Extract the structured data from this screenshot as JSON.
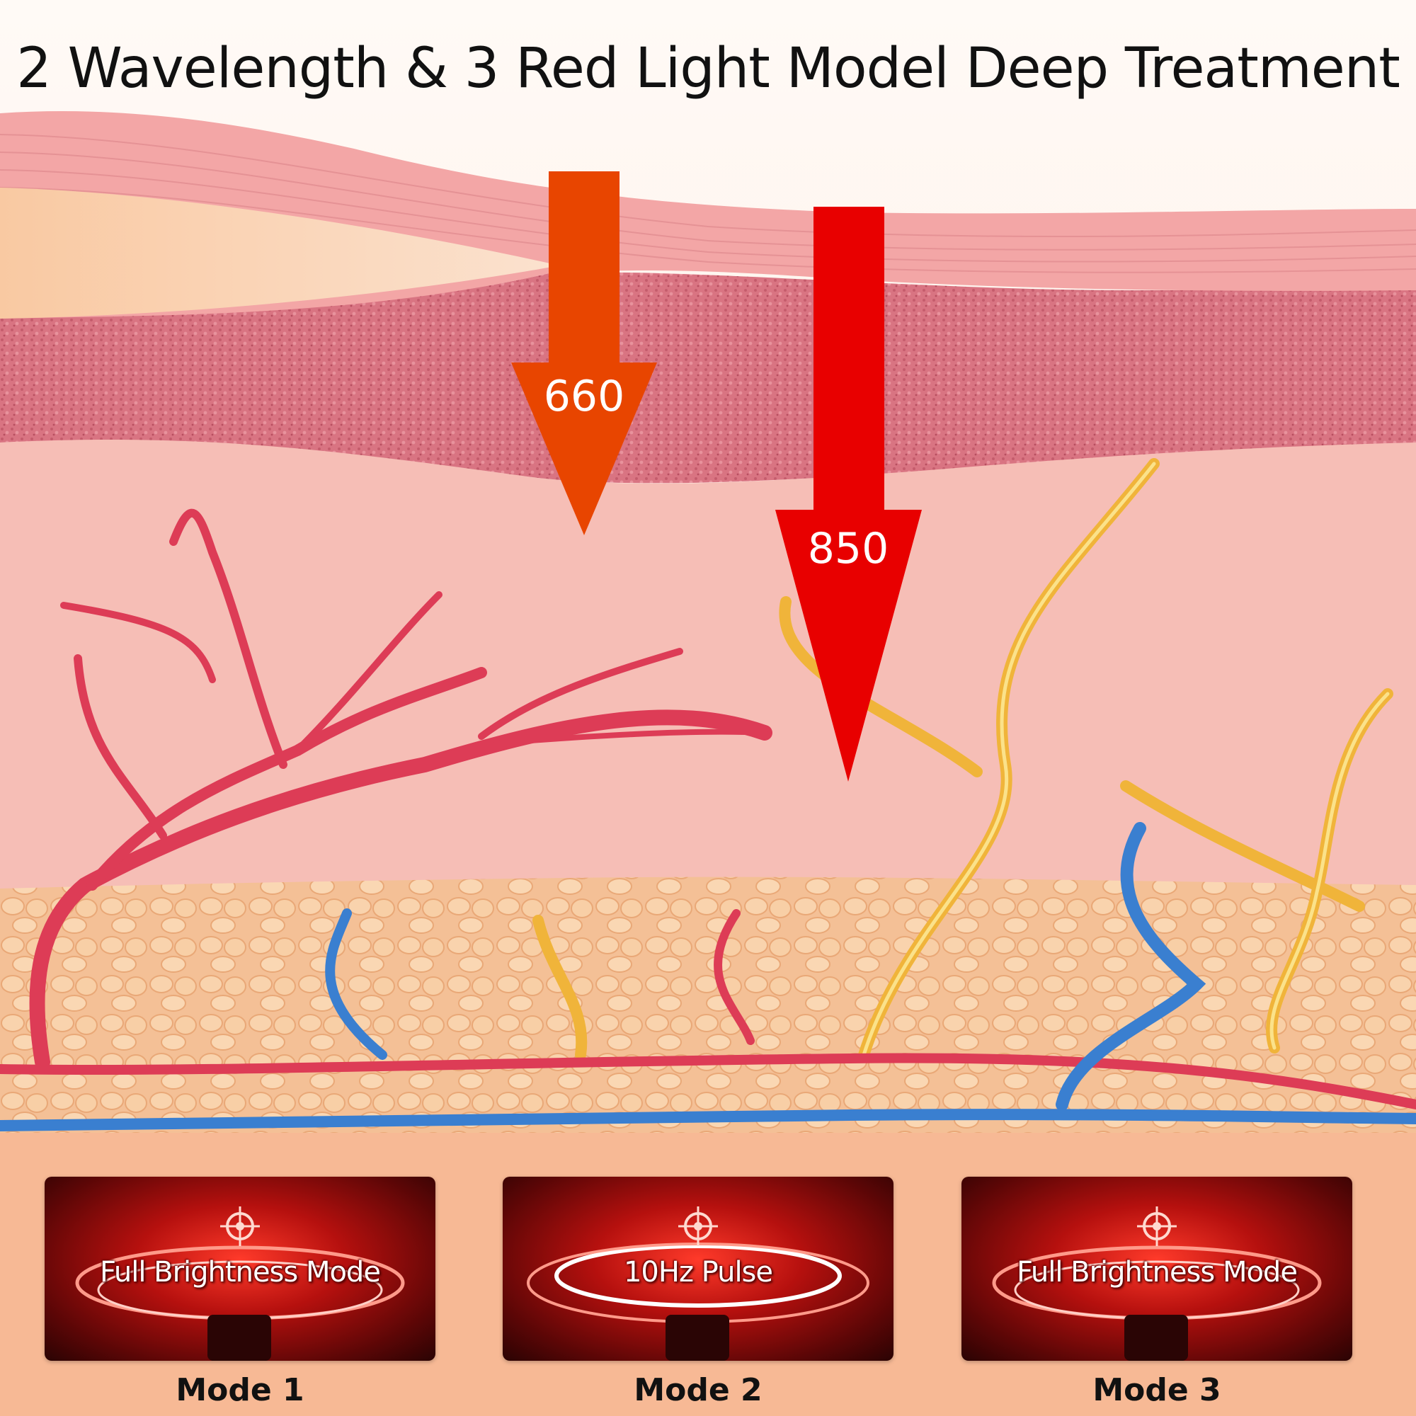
{
  "headline": "2 Wavelength & 3 Red Light Model Deep Treatment",
  "arrows": [
    {
      "label": "660",
      "color": "#e84500"
    },
    {
      "label": "850",
      "color": "#e80000"
    }
  ],
  "modes": [
    {
      "title": "Full Brightness Mode",
      "caption": "Mode 1"
    },
    {
      "title": "10Hz Pulse",
      "caption": "Mode 2"
    },
    {
      "title": "Full Brightness Mode",
      "caption": "Mode 3"
    }
  ],
  "colors": {
    "background": "#fdeee6",
    "epidermis": "#f2a5a5",
    "dermis_textured": "#dd7a88",
    "dermis": "#f7c0b8",
    "fat_layer": "#f6c69a",
    "artery": "#e0405a",
    "vein": "#3a7fd0",
    "nerve": "#f5c040",
    "panel_background": "#f7b995"
  }
}
